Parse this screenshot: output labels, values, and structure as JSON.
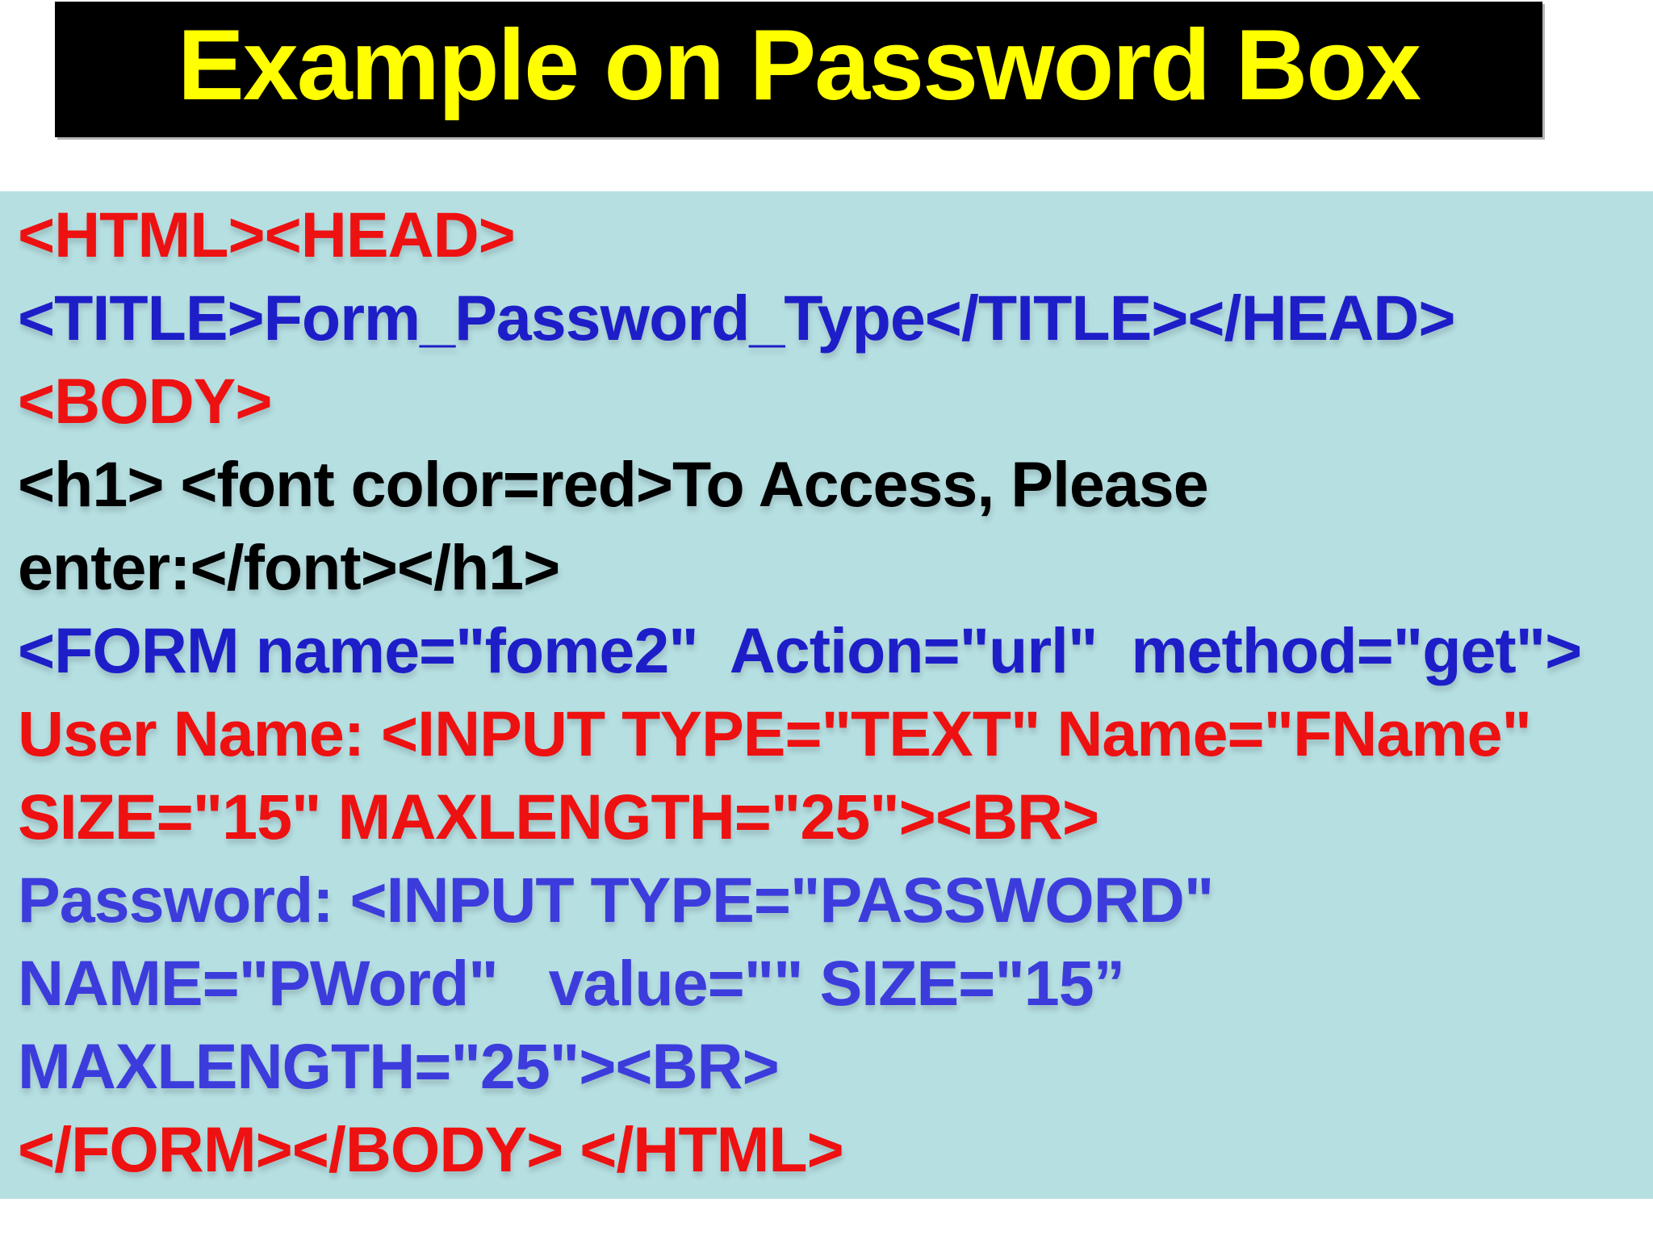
{
  "title": {
    "text": "Example on Password Box"
  },
  "colors": {
    "page_bg": "#ffffff",
    "title_bg": "#000000",
    "title_fg": "#ffff00",
    "panel_bg": "#b6dfe2",
    "red": "#ee1111",
    "blue_dark": "#1e1ec8",
    "blue_light": "#3c3cdc",
    "black": "#000000"
  },
  "code_lines": [
    {
      "text": "<HTML><HEAD>",
      "color": "red"
    },
    {
      "text": "<TITLE>Form_Password_Type</TITLE></HEAD>",
      "color": "blue_dark"
    },
    {
      "text": "<BODY>",
      "color": "red"
    },
    {
      "text": "<h1> <font color=red>To Access, Please",
      "color": "black"
    },
    {
      "text": "enter:</font></h1>",
      "color": "black"
    },
    {
      "text": "<FORM name=\"fome2\"  Action=\"url\"  method=\"get\">",
      "color": "blue_dark"
    },
    {
      "text": "User Name: <INPUT TYPE=\"TEXT\" Name=\"FName\"",
      "color": "red"
    },
    {
      "text": "SIZE=\"15\" MAXLENGTH=\"25\"><BR>",
      "color": "red"
    },
    {
      "text": "Password: <INPUT TYPE=\"PASSWORD\"",
      "color": "blue_light"
    },
    {
      "text": "NAME=\"PWord\"   value=\"\" SIZE=\"15”",
      "color": "blue_light"
    },
    {
      "text": "MAXLENGTH=\"25\"><BR>",
      "color": "blue_light"
    },
    {
      "text": "</FORM></BODY> </HTML>",
      "color": "red"
    }
  ]
}
